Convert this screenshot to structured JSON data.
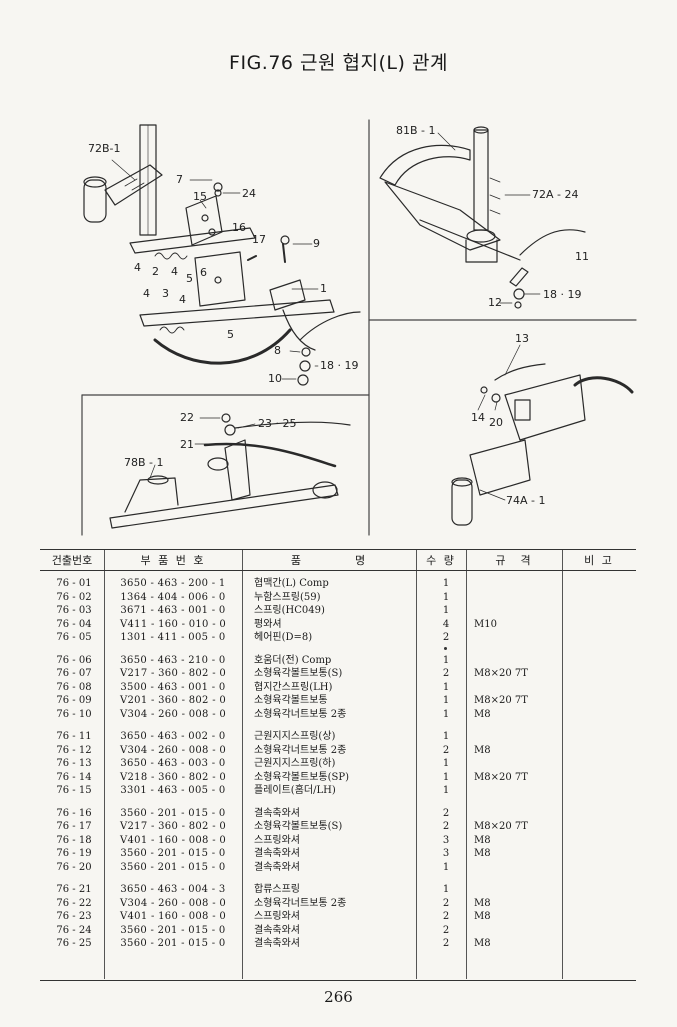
{
  "title": "FIG.76 근원 협지(L) 관계",
  "callouts": {
    "c72B1": "72B-1",
    "c7": "7",
    "c24": "24",
    "c15": "15",
    "c16": "16",
    "c17": "17",
    "c9": "9",
    "c4a": "4",
    "c2a": "2",
    "c4b": "4",
    "c5a": "5",
    "c6": "6",
    "c1": "1",
    "c4c": "4",
    "c3": "3",
    "c4d": "4",
    "c5b": "5",
    "c8": "8",
    "c10": "10",
    "c1819a": "18 · 19",
    "c81B1": "81B - 1",
    "c72A24": "72A - 24",
    "c11": "11",
    "c12": "12",
    "c1819b": "18 · 19",
    "c13": "13",
    "c14": "14",
    "c20": "20",
    "c74A1": "74A - 1",
    "c22": "22",
    "c2325": "23 · 25",
    "c21": "21",
    "c78B1": "78B - 1"
  },
  "table": {
    "headers": {
      "no": "건출번호",
      "part": "부 품 번 호",
      "name": "품　　　　명",
      "qty": "수 량",
      "spec": "규　격",
      "remark": "비 고"
    },
    "groups": [
      [
        {
          "no": "76 - 01",
          "part": "3650 - 463 - 200 - 1",
          "name": "협맥간(L) Comp",
          "qty": "1",
          "spec": ""
        },
        {
          "no": "76 - 02",
          "part": "1364 - 404 - 006 - 0",
          "name": "누함스프링(59)",
          "qty": "1",
          "spec": ""
        },
        {
          "no": "76 - 03",
          "part": "3671 - 463 - 001 - 0",
          "name": "스프링(HC049)",
          "qty": "1",
          "spec": ""
        },
        {
          "no": "76 - 04",
          "part": "V411 - 160 - 010 - 0",
          "name": "평와셔",
          "qty": "4",
          "spec": "M10"
        },
        {
          "no": "76 - 05",
          "part": "1301 - 411 - 005 - 0",
          "name": "헤어핀(D=8)",
          "qty": "2",
          "spec": ""
        }
      ],
      [
        {
          "no": "76 - 06",
          "part": "3650 - 463 - 210 - 0",
          "name": "호움더(전) Comp",
          "qty": "1",
          "spec": ""
        },
        {
          "no": "76 - 07",
          "part": "V217 - 360 - 802 - 0",
          "name": "소형육각볼트보통(S)",
          "qty": "2",
          "spec": "M8×20 7T"
        },
        {
          "no": "76 - 08",
          "part": "3500 - 463 - 001 - 0",
          "name": "협지간스프링(LH)",
          "qty": "1",
          "spec": ""
        },
        {
          "no": "76 - 09",
          "part": "V201 - 360 - 802 - 0",
          "name": "소형육각볼트보통",
          "qty": "1",
          "spec": "M8×20 7T"
        },
        {
          "no": "76 - 10",
          "part": "V304 - 260 - 008 - 0",
          "name": "소형육각너트보통 2종",
          "qty": "1",
          "spec": "M8"
        }
      ],
      [
        {
          "no": "76 - 11",
          "part": "3650 - 463 - 002 - 0",
          "name": "근원지지스프링(상)",
          "qty": "1",
          "spec": ""
        },
        {
          "no": "76 - 12",
          "part": "V304 - 260 - 008 - 0",
          "name": "소형육각너트보통 2종",
          "qty": "2",
          "spec": "M8"
        },
        {
          "no": "76 - 13",
          "part": "3650 - 463 - 003 - 0",
          "name": "근원지지스프링(하)",
          "qty": "1",
          "spec": ""
        },
        {
          "no": "76 - 14",
          "part": "V218 - 360 - 802 - 0",
          "name": "소형육각볼트보통(SP)",
          "qty": "1",
          "spec": "M8×20 7T"
        },
        {
          "no": "76 - 15",
          "part": "3301 - 463 - 005 - 0",
          "name": "플레이트(홈더/LH)",
          "qty": "1",
          "spec": ""
        }
      ],
      [
        {
          "no": "76 - 16",
          "part": "3560 - 201 - 015 - 0",
          "name": "결속축와셔",
          "qty": "2",
          "spec": ""
        },
        {
          "no": "76 - 17",
          "part": "V217 - 360 - 802 - 0",
          "name": "소형육각볼트보통(S)",
          "qty": "2",
          "spec": "M8×20 7T"
        },
        {
          "no": "76 - 18",
          "part": "V401 - 160 - 008 - 0",
          "name": "스프링와셔",
          "qty": "3",
          "spec": "M8"
        },
        {
          "no": "76 - 19",
          "part": "3560 - 201 - 015 - 0",
          "name": "결속축와셔",
          "qty": "3",
          "spec": "M8"
        },
        {
          "no": "76 - 20",
          "part": "3560 - 201 - 015 - 0",
          "name": "결속축와셔",
          "qty": "1",
          "spec": ""
        }
      ],
      [
        {
          "no": "76 - 21",
          "part": "3650 - 463 - 004 - 3",
          "name": "합류스프링",
          "qty": "1",
          "spec": ""
        },
        {
          "no": "76 - 22",
          "part": "V304 - 260 - 008 - 0",
          "name": "소형육각너트보통 2종",
          "qty": "2",
          "spec": "M8"
        },
        {
          "no": "76 - 23",
          "part": "V401 - 160 - 008 - 0",
          "name": "스프링와셔",
          "qty": "2",
          "spec": "M8"
        },
        {
          "no": "76 - 24",
          "part": "3560 - 201 - 015 - 0",
          "name": "결속축와셔",
          "qty": "2",
          "spec": ""
        },
        {
          "no": "76 - 25",
          "part": "3560 - 201 - 015 - 0",
          "name": "결속축와셔",
          "qty": "2",
          "spec": "M8"
        }
      ]
    ]
  },
  "page_number": "266"
}
